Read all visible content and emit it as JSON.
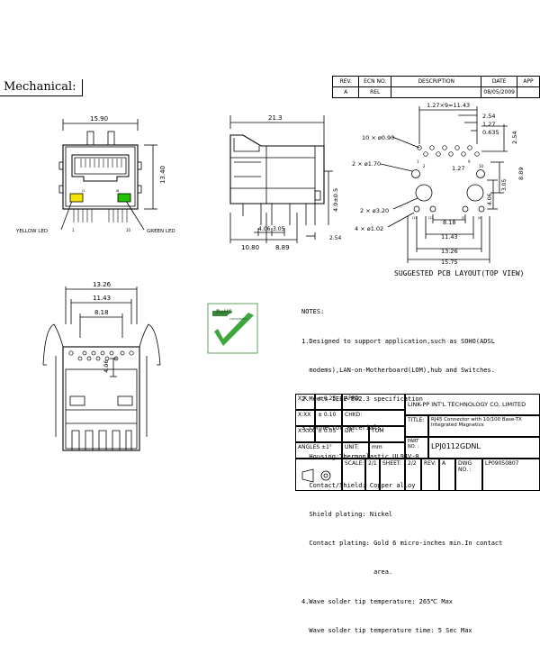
{
  "header": {
    "title": "Mechanical:"
  },
  "revision_table": {
    "headers": [
      "REV.",
      "ECN NO.",
      "DESCRIPTION",
      "DATE",
      "APP"
    ],
    "rows": [
      [
        "A",
        "REL",
        "",
        "08/05/2009",
        ""
      ]
    ]
  },
  "front_view": {
    "width_dim": "15.90",
    "height_dim": "13.40",
    "yellow_led": "YELLOW LED",
    "green_led": "GREEN LED",
    "pin1": "1",
    "pin10": "10",
    "j1": "J1",
    "j8": "J8",
    "yellow_color": "#f5e400",
    "green_color": "#22c000"
  },
  "side_view": {
    "length_dim": "21.3",
    "height_dim": "4.0±0.5",
    "dim_10_80": "10.80",
    "dim_8_89": "8.89",
    "dim_4_06": "4.06",
    "dim_3_05": "3.05",
    "dim_2_54": "2.54"
  },
  "pcb_layout": {
    "label": "SUGGESTED PCB LAYOUT(TOP VIEW)",
    "pitch": "1.27×9=11.43",
    "d_2_54_top": "2.54",
    "d_1_27_a": "1.27",
    "d_0_635": "0.635",
    "d_2_54_right": "2.54",
    "holes_10": "10 × ø0.90",
    "holes_2": "2 × ø1.70",
    "holes_3_20": "2 × ø3.20",
    "holes_1_02": "4 × ø1.02",
    "d_1_27_b": "1.27",
    "d_8_89": "8.89",
    "d_3_05": "3.05",
    "d_4_06": "4.06",
    "d_8_18": "8.18",
    "d_11_43": "11.43",
    "d_13_26": "13.26",
    "d_15_75": "15.75",
    "pin_1": "1",
    "pin_2": "2",
    "pin_9": "9",
    "pin_10": "10",
    "j11": "J11",
    "j12": "J12",
    "ja": "J3",
    "jb": "J4"
  },
  "bottom_view": {
    "d_13_26": "13.26",
    "d_11_43": "11.43",
    "d_8_18": "8.18",
    "d_4_06": "4.06"
  },
  "rohs": {
    "label": "RoHS",
    "sub": "compliance"
  },
  "notes": {
    "lines": [
      "NOTES:",
      "1.Designed to support application,such as SOHO(ADSL",
      "  modems),LAN-on-Motherboard(LOM),hub and Switches.",
      "2.Meets IEEE 802.3 specification",
      "3.Connector Materials:",
      "  Housing:Thermoplastic UL94V-0",
      "  Contact/Shield: Copper alloy",
      "  Shield plating: Nickel",
      "  Contact plating: Gold 6 micro-inches min.In contact",
      "                   area.",
      "4.Wave solder tip temperature: 265℃ Max",
      "  Wave solder tip temperature time: 5 Sec Max"
    ]
  },
  "title_block": {
    "tol_x": "X:X",
    "tol_x_val": "± 0.25",
    "tol_xx": "X:XX",
    "tol_xx_val": "± 0.10",
    "tol_xxx": "X:XXX",
    "tol_xxx_val": "± 0.05",
    "angles": "ANGLES ±1°",
    "appd": "APPD:",
    "chkd": "CHKD:",
    "dr": "DR:",
    "dr_name": "TOM",
    "unit": "UNIT:",
    "unit_val": "mm",
    "company": "LINK-PP INT'L TECHNOLOGY CO, LIMITED",
    "title_label": "TITLE:",
    "title_val": "RJ45 Connector with 10/100 Base-TX Integrated Magnetics",
    "part_label": "PART NO. :",
    "part_val": "LPJ0112GDNL",
    "scale_label": "SCALE:",
    "scale_val": "2/1",
    "sheet_label": "SHEET:",
    "sheet_val": "2/2",
    "rev_label": "REV:",
    "rev_val": "A",
    "dwg_label": "DWG NO. :",
    "dwg_val": "LP09050807"
  }
}
